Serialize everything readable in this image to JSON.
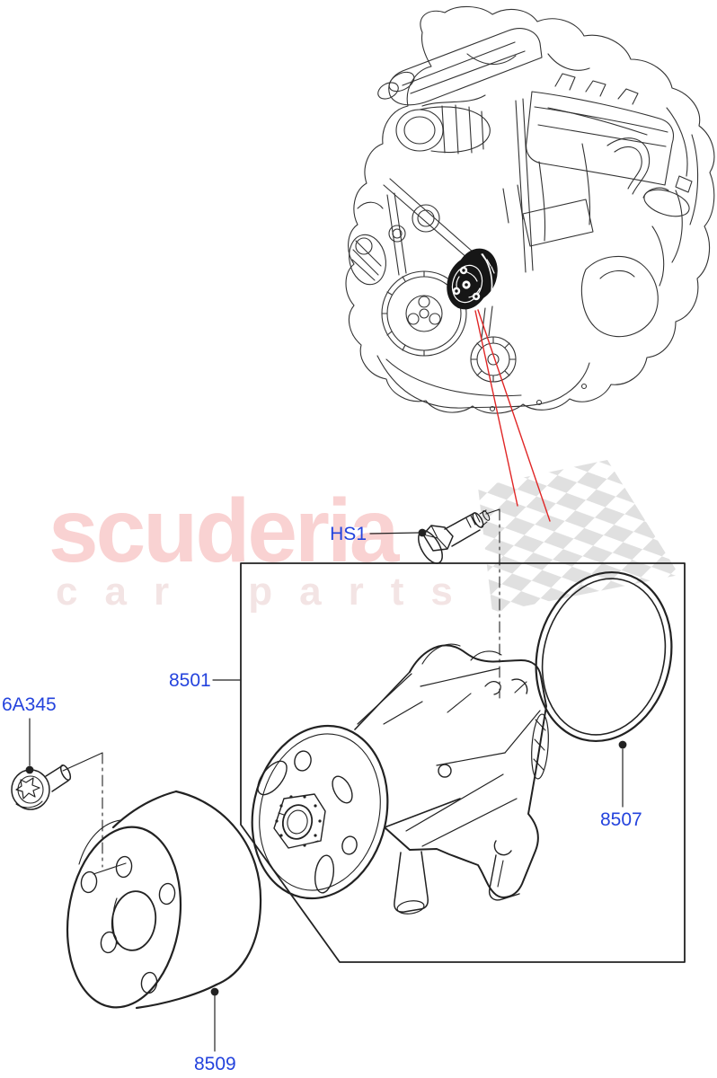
{
  "watermark": {
    "brand": "scuderia",
    "tagline": "car parts"
  },
  "parts": {
    "hs1": {
      "label": "HS1"
    },
    "p8501": {
      "label": "8501"
    },
    "p6a345": {
      "label": "6A345"
    },
    "p8507": {
      "label": "8507"
    },
    "p8509": {
      "label": "8509"
    }
  },
  "colors": {
    "label_blue": "#2443dd",
    "callout_red": "#e02626",
    "drawing_black": "#222222",
    "engine_line_gray": "#333333",
    "watermark_pink": "#f9d2d2",
    "watermark_pale": "#f3e4e4",
    "flag_gray": "#e0e0e0",
    "highlight_fill": "#161616"
  }
}
